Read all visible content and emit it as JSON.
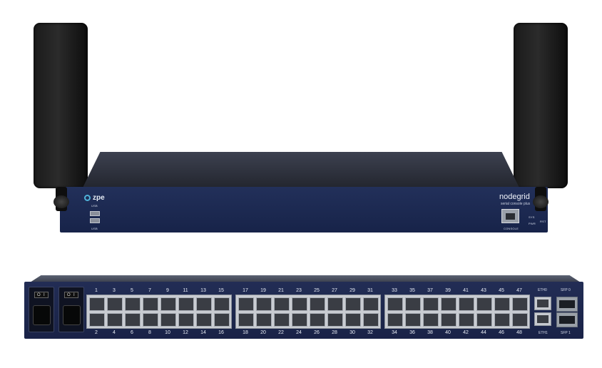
{
  "front": {
    "brand_logo": "zpe",
    "product_name": "nodegrid",
    "product_subtitle": "serial console plus",
    "usb_label_top": "USB",
    "usb_label_bottom": "USB",
    "console_label": "CONSOLE",
    "sys_label": "SYS",
    "pwr_label": "PWR",
    "rst_label": "RST"
  },
  "rear": {
    "psu_switch_on": "I",
    "psu_switch_off": "O",
    "top_port_numbers": [
      "1",
      "3",
      "5",
      "7",
      "9",
      "11",
      "13",
      "15",
      "17",
      "19",
      "21",
      "23",
      "25",
      "27",
      "29",
      "31",
      "33",
      "35",
      "37",
      "39",
      "41",
      "43",
      "45",
      "47"
    ],
    "bottom_port_numbers": [
      "2",
      "4",
      "6",
      "8",
      "10",
      "12",
      "14",
      "16",
      "18",
      "20",
      "22",
      "24",
      "26",
      "28",
      "30",
      "32",
      "34",
      "36",
      "38",
      "40",
      "42",
      "44",
      "46",
      "48"
    ],
    "eth0_label": "ETH0",
    "eth1_label": "ETH1",
    "sfp0_label": "SFP 0",
    "sfp1_label": "SFP 1"
  },
  "colors": {
    "chassis_blue": "#1b2550",
    "antenna_black": "#1a1a1a",
    "logo_accent": "#4fb3d9"
  }
}
